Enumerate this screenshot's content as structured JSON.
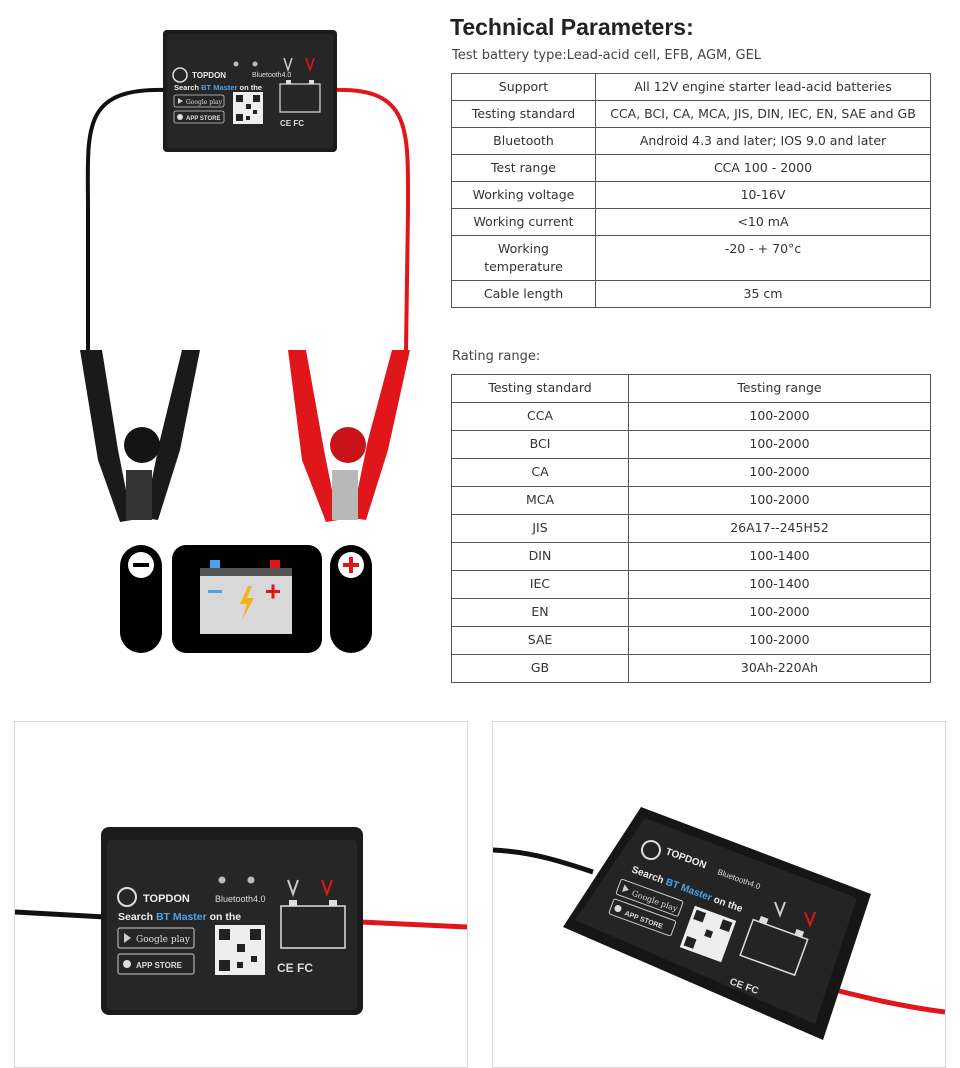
{
  "title": "Technical Parameters:",
  "battery_type": "Test battery type:Lead-acid cell, EFB, AGM, GEL",
  "params": [
    {
      "key": "Support",
      "value": "All 12V engine   starter lead-acid batteries"
    },
    {
      "key": "Testing standard",
      "value": "CCA, BCI, CA, MCA, JIS, DIN, IEC, EN, SAE and GB"
    },
    {
      "key": "Bluetooth",
      "value": "Android 4.3 and   later; IOS 9.0 and later"
    },
    {
      "key": "Test range",
      "value": "CCA 100 - 2000"
    },
    {
      "key": "Working voltage",
      "value": "10-16V"
    },
    {
      "key": "Working current",
      "value": "<10 mA"
    },
    {
      "key": "Working temperature",
      "value": "-20 - + 70°c"
    },
    {
      "key": "Cable length",
      "value": "35 cm"
    }
  ],
  "rating_label": "Rating range:",
  "rating_header": {
    "standard": "Testing standard",
    "range": "Testing range"
  },
  "ratings": [
    {
      "standard": "CCA",
      "range": "100-2000"
    },
    {
      "standard": "BCI",
      "range": "100-2000"
    },
    {
      "standard": "CA",
      "range": "100-2000"
    },
    {
      "standard": "MCA",
      "range": "100-2000"
    },
    {
      "standard": "JIS",
      "range": "26A17--245H52"
    },
    {
      "standard": "DIN",
      "range": "100-1400"
    },
    {
      "standard": "IEC",
      "range": "100-1400"
    },
    {
      "standard": "EN",
      "range": "100-2000"
    },
    {
      "standard": "SAE",
      "range": "100-2000"
    },
    {
      "standard": "GB",
      "range": "30Ah-220Ah"
    }
  ],
  "device": {
    "brand": "TOPDON",
    "bluetooth": "Bluetooth4.0",
    "search_prefix": "Search",
    "app_name": "BT Master",
    "search_suffix": "on the",
    "google_play": "Google play",
    "app_store": "APP STORE",
    "marks": "CE FC"
  },
  "colors": {
    "clamp_negative": "#1a1a1a",
    "clamp_positive": "#e0161b",
    "accent_blue": "#4aa3e8",
    "bolt_yellow": "#f2b21b"
  },
  "icons": [
    "topdon-logo-icon",
    "qr-code-icon",
    "battery-icon",
    "google-play-icon",
    "apple-icon",
    "minus-icon",
    "plus-icon",
    "lightning-icon"
  ]
}
